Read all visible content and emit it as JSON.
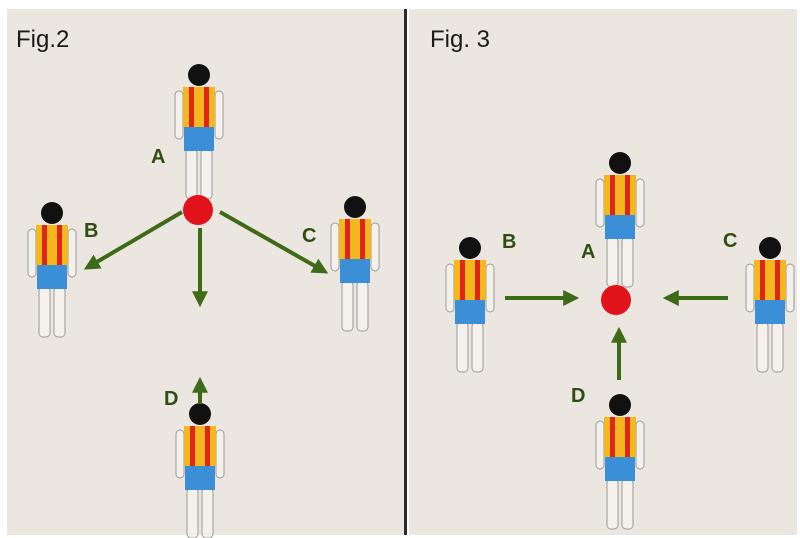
{
  "figures": [
    {
      "title": "Fig.2",
      "labels": {
        "a": "A",
        "b": "B",
        "c": "C",
        "d": "D"
      }
    },
    {
      "title": "Fig. 3",
      "labels": {
        "a": "A",
        "b": "B",
        "c": "C",
        "d": "D"
      }
    }
  ],
  "colors": {
    "background": "#ebe6e0",
    "divider": "#2b2b2b",
    "ball": "#e0131a",
    "arrow": "#3e6b17",
    "shirt_yellow": "#f2b81e",
    "shirt_red": "#e0251b",
    "shorts": "#3b8fd6",
    "head": "#111111",
    "label": "#2f4f12"
  },
  "icons": [
    "player-figure-icon",
    "ball-icon",
    "arrow-icon"
  ]
}
